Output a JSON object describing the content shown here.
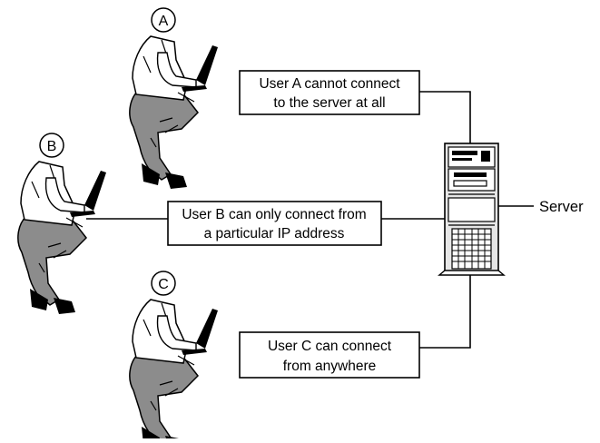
{
  "users": [
    {
      "id": "A",
      "line1": "User A cannot connect",
      "line2": "to the server at all"
    },
    {
      "id": "B",
      "line1": "User B can only connect from",
      "line2": "a particular IP address"
    },
    {
      "id": "C",
      "line1": "User C can connect",
      "line2": "from anywhere"
    }
  ],
  "server": {
    "label": "Server"
  },
  "colors": {
    "ink": "#000000",
    "skin": "#ffffff",
    "pants": "#8c8c8c",
    "shirt": "#ffffff",
    "server_face": "#e6e6e6"
  }
}
